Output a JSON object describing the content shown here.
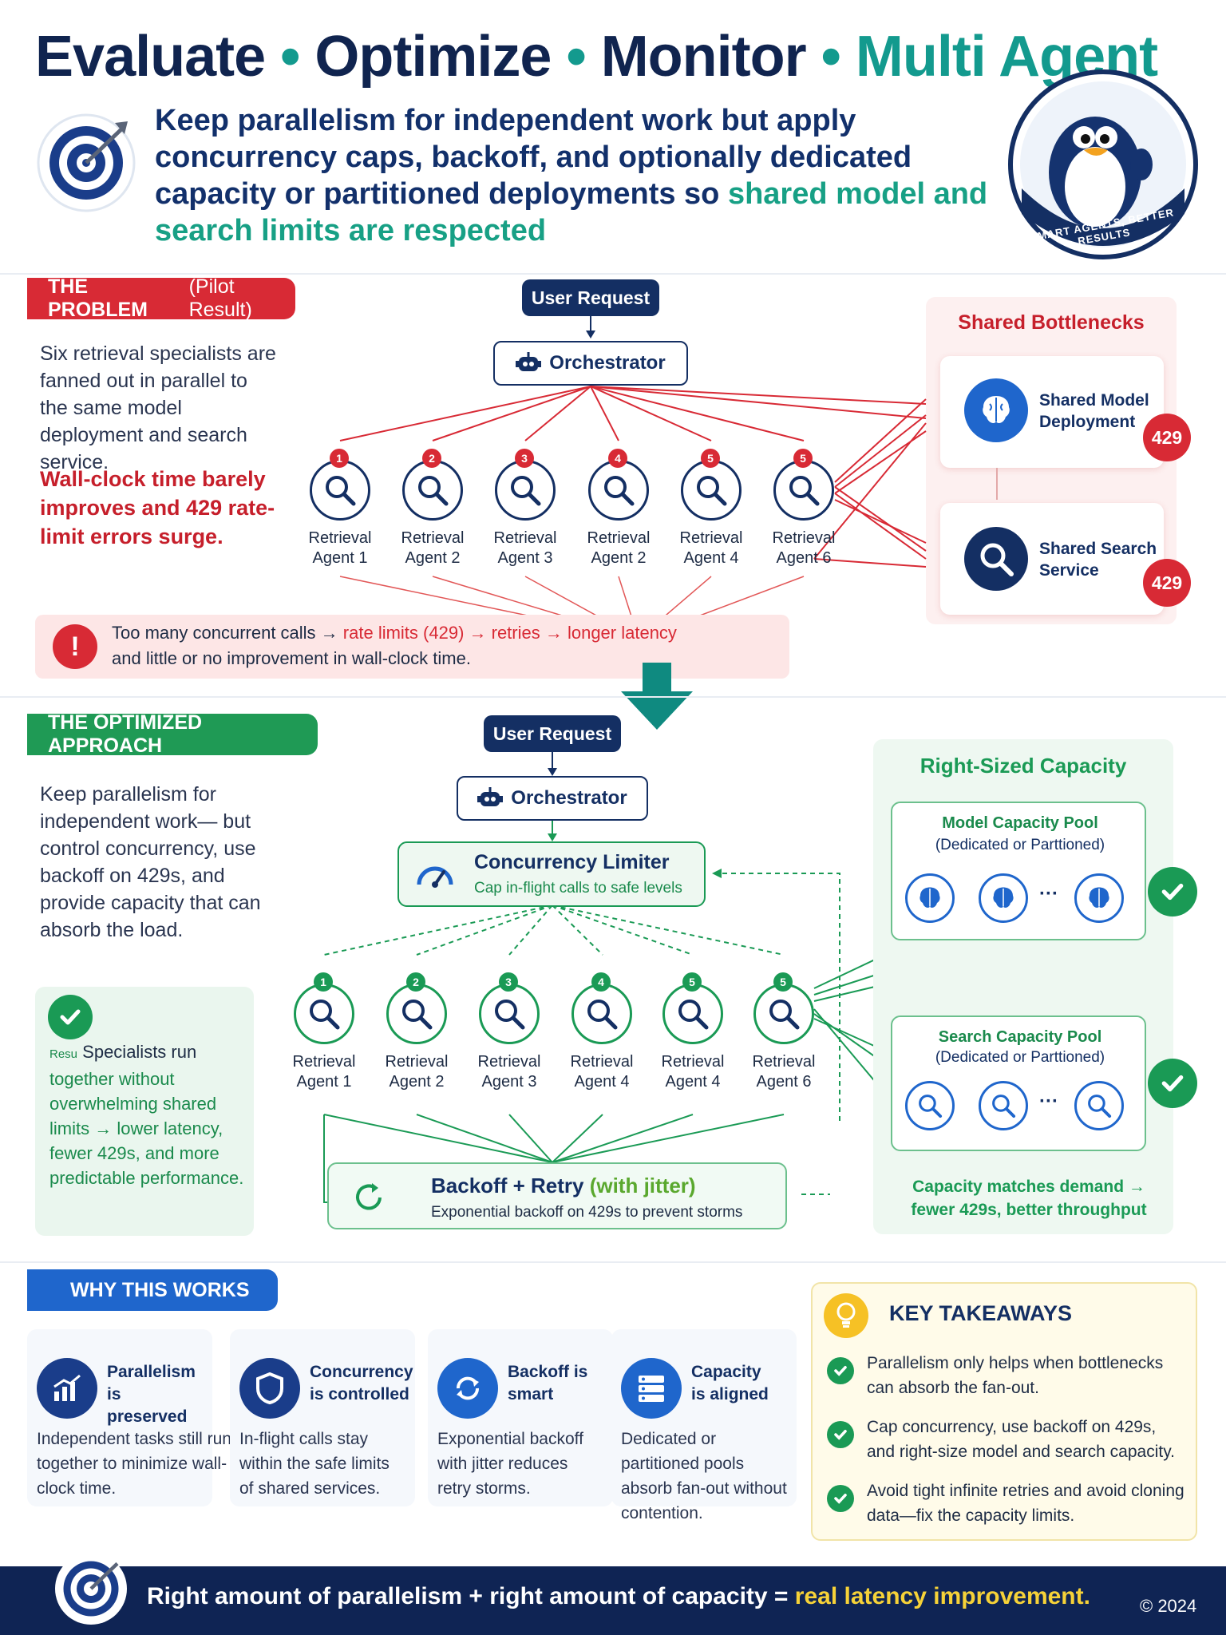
{
  "header": {
    "title_parts": [
      "Evaluate",
      "Optimize",
      "Monitor",
      "Multi Agent"
    ],
    "separator": "•",
    "subtitle_main": "Keep parallelism for independent work but apply concurrency caps, backoff, and optionally dedicated capacity or partitioned deployments so",
    "subtitle_highlight": "shared model and search limits are respected",
    "mascot_badge": "SMART AGENTS, BETTER RESULTS"
  },
  "problem": {
    "tag": "THE PROBLEM",
    "tag_light": "(Pilot Result)",
    "description": "Six retrieval specialists are fanned out in parallel to the same model deployment and search service.",
    "emphasis": "Wall-clock time barely improves and 429 rate-limit errors surge.",
    "user_request": "User Request",
    "orchestrator": "Orchestrator",
    "agents": [
      {
        "num": "1",
        "label": "Retrieval Agent 1"
      },
      {
        "num": "2",
        "label": "Retrieval Agent 2"
      },
      {
        "num": "3",
        "label": "Retrieval Agent 3"
      },
      {
        "num": "4",
        "label": "Retrieval Agent 2"
      },
      {
        "num": "5",
        "label": "Retrieval Agent 4"
      },
      {
        "num": "5",
        "label": "Retrieval Agent 6"
      }
    ],
    "bottleneck_title": "Shared Bottlenecks",
    "bottleneck_model": "Shared Model Deployment",
    "bottleneck_search": "Shared Search Service",
    "error_code": "429",
    "warning_line1_prefix": "Too many concurrent calls →",
    "warning_line1_red": "rate limits (429) → retries → longer latency",
    "warning_line2": "and little or no improvement in wall-clock time."
  },
  "optimized": {
    "tag": "THE OPTIMIZED APPROACH",
    "description": "Keep parallelism for independent work— but control concurrency, use backoff on 429s, and provide capacity that can absorb the load.",
    "result_prefix": "Resu",
    "result_text_a": "Specialists run",
    "result_text_b": "together without overwhelming shared limits → lower latency, fewer 429s, and more predictable performance.",
    "user_request": "User Request",
    "orchestrator": "Orchestrator",
    "limiter_title": "Concurrency Limiter",
    "limiter_sub": "Cap in-flight calls to safe levels",
    "agents": [
      {
        "num": "1",
        "label": "Retrieval Agent 1"
      },
      {
        "num": "2",
        "label": "Retrieval Agent 2"
      },
      {
        "num": "3",
        "label": "Retrieval Agent 3"
      },
      {
        "num": "4",
        "label": "Retrieval Agent 4"
      },
      {
        "num": "5",
        "label": "Retrieval Agent 4"
      },
      {
        "num": "5",
        "label": "Retrieval Agent 6"
      }
    ],
    "backoff_title": "Backoff + Retry",
    "backoff_jitter": "(with jitter)",
    "backoff_sub": "Exponential backoff on 429s to prevent storms",
    "capacity_title": "Right-Sized Capacity",
    "model_pool_title": "Model Capacity Pool",
    "model_pool_sub": "(Dedicated or Parttioned)",
    "search_pool_title": "Search Capacity Pool",
    "search_pool_sub": "(Dedicated or Parttioned)",
    "ellipsis": "···",
    "capacity_note": "Capacity matches demand → fewer 429s, better throughput"
  },
  "why": {
    "tag": "WHY THIS WORKS",
    "cards": [
      {
        "heading": "Parallelism is preserved",
        "text": "Independent tasks still run together to minimize wall-clock time.",
        "icon": "chart-icon"
      },
      {
        "heading": "Concurrency is controlled",
        "text": "In-flight calls stay within the safe limits of shared services.",
        "icon": "shield-icon"
      },
      {
        "heading": "Backoff is smart",
        "text": "Exponential backoff with jitter reduces retry storms.",
        "icon": "refresh-icon"
      },
      {
        "heading": "Capacity is aligned",
        "text": "Dedicated or partitioned pools absorb fan-out without contention.",
        "icon": "server-icon"
      }
    ]
  },
  "takeaways": {
    "title": "KEY TAKEAWAYS",
    "items": [
      "Parallelism only helps when bottlenecks can absorb the fan-out.",
      "Cap concurrency, use backoff on 429s, and right-size model and search capacity.",
      "Avoid tight infinite retries and avoid cloning data—fix the capacity limits."
    ]
  },
  "footer": {
    "text_main": "Right amount of parallelism + right amount of capacity =",
    "text_highlight": "real latency improvement.",
    "copyright": "© 2024"
  },
  "colors": {
    "navy": "#142f63",
    "red": "#d82a35",
    "green": "#1a9a55",
    "teal": "#139a8e",
    "blue": "#1f66cc",
    "yellow": "#f6d238"
  }
}
